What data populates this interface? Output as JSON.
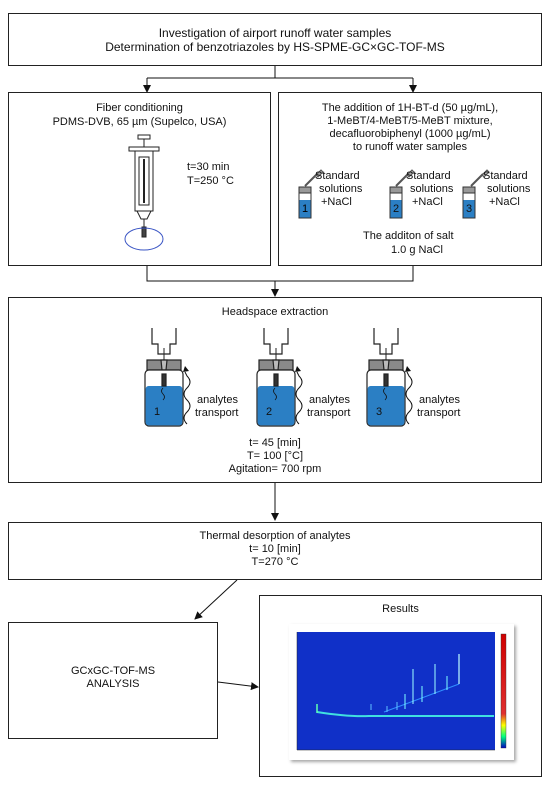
{
  "title_box": {
    "line1": "Investigation of airport runoff water samples",
    "line2": "Determination of benzotriazoles by HS-SPME-GC×GC-TOF-MS"
  },
  "fiber_box": {
    "heading": "Fiber conditioning",
    "subheading": "PDMS-DVB, 65 µm (Supelco, USA)",
    "time": "t=30 min",
    "temp": "T=250 °C"
  },
  "addition_box": {
    "line1": "The addition of 1H-BT-d (50 µg/mL),",
    "line2": "1-MeBT/4-MeBT/5-MeBT mixture,",
    "line3": "decafluorobiphenyl (1000 µg/mL)",
    "line4": "to runoff water samples",
    "vials": [
      {
        "num": "1",
        "label1": "Standard",
        "label2": "solutions",
        "label3": "+NaCl"
      },
      {
        "num": "2",
        "label1": "Standard",
        "label2": "solutions",
        "label3": "+NaCl"
      },
      {
        "num": "3",
        "label1": "Standard",
        "label2": "solutions",
        "label3": "+NaCl"
      }
    ],
    "salt_line1": "The additon of salt",
    "salt_line2": "1.0 g NaCl"
  },
  "headspace_box": {
    "heading": "Headspace extraction",
    "vials": [
      {
        "num": "1",
        "label1": "analytes",
        "label2": "transport"
      },
      {
        "num": "2",
        "label1": "analytes",
        "label2": "transport"
      },
      {
        "num": "3",
        "label1": "analytes",
        "label2": "transport"
      }
    ],
    "time": "t= 45 [min]",
    "temp": "T= 100 [°C]",
    "agitation": "Agitation= 700 rpm"
  },
  "desorption_box": {
    "heading": "Thermal desorption of analytes",
    "time": "t= 10 [min]",
    "temp": "T=270 °C"
  },
  "analysis_box": {
    "line1": "GCxGC-TOF-MS",
    "line2": "ANALYSIS"
  },
  "results_box": {
    "heading": "Results"
  },
  "colors": {
    "liquid": "#2b7fc4",
    "cap": "#888888",
    "plot_bg": "#1030c8"
  }
}
